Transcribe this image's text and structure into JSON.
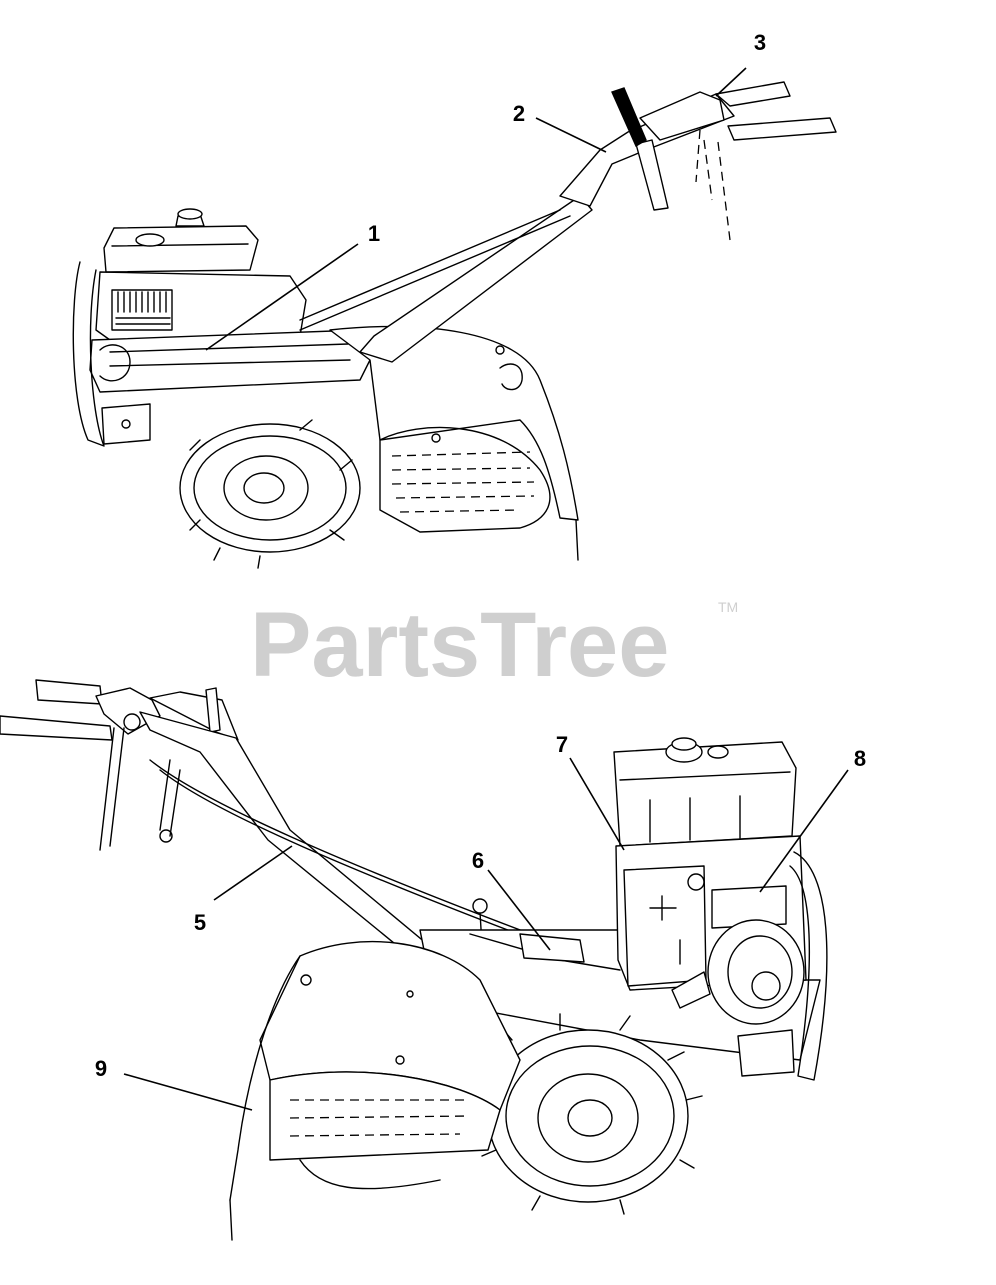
{
  "watermark": {
    "text": "PartsTree",
    "trademark": "TM"
  },
  "callouts": {
    "c1": "1",
    "c2": "2",
    "c3": "3",
    "c5": "5",
    "c6": "6",
    "c7": "7",
    "c8": "8",
    "c9": "9"
  }
}
